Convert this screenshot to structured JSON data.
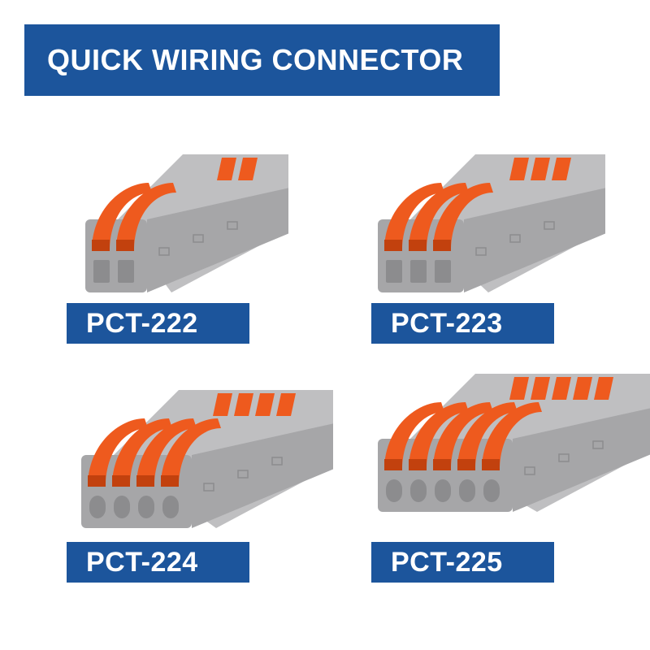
{
  "colors": {
    "brand_blue": "#1c559c",
    "housing_gray": "#a6a6a8",
    "housing_light": "#bfbfc1",
    "housing_dark": "#8c8c8e",
    "lever_orange": "#ee5a1e",
    "lever_shadow": "#c2410e"
  },
  "header": {
    "title": "QUICK WIRING CONNECTOR"
  },
  "products": [
    {
      "model": "PCT-222",
      "lever_count": 2
    },
    {
      "model": "PCT-223",
      "lever_count": 3
    },
    {
      "model": "PCT-224",
      "lever_count": 4
    },
    {
      "model": "PCT-225",
      "lever_count": 5
    }
  ]
}
